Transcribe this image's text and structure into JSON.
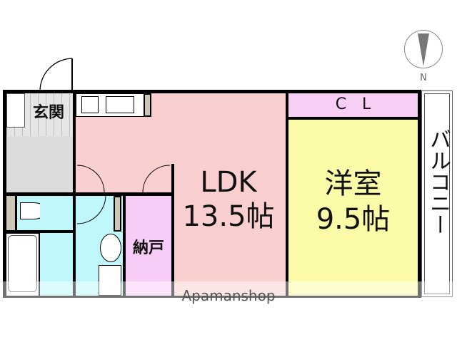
{
  "rooms": {
    "genkan": "玄関",
    "ldk_name": "LDK",
    "ldk_size": "13.5帖",
    "western_name": "洋室",
    "western_size": "9.5帖",
    "closet": "C　L",
    "storage": "納戸",
    "balcony": "バルコニー"
  },
  "compass": {
    "label": "N"
  },
  "watermark": "Apamanshop",
  "colors": {
    "ldk": "#f9cfcf",
    "western": "#fbfba8",
    "closet": "#f7cff5",
    "storage": "#f7cdf7",
    "wet": "#bff7fb",
    "entry": "#dcdcdc"
  }
}
